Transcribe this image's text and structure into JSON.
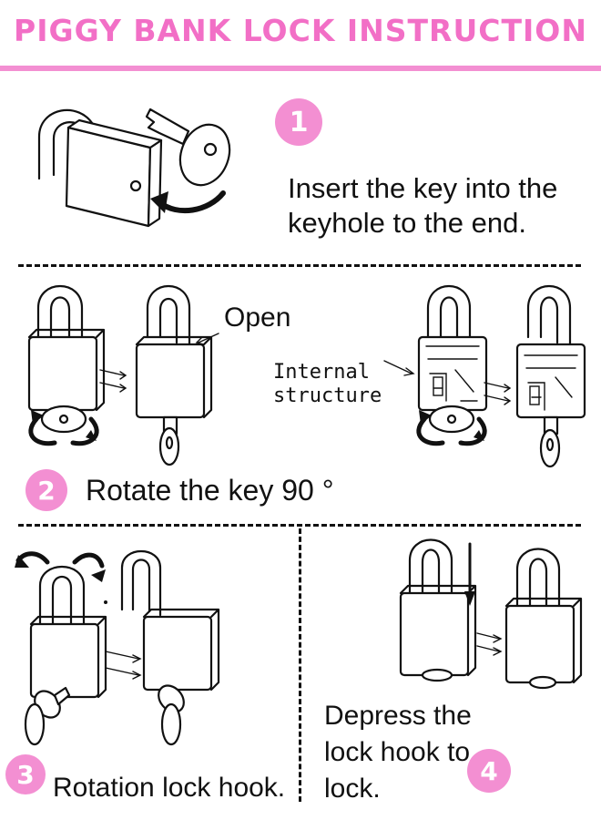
{
  "title": "PIGGY BANK LOCK INSTRUCTION",
  "steps": [
    {
      "number": "1",
      "text_lines": [
        "Insert the key into the",
        "keyhole to the end."
      ]
    },
    {
      "number": "2",
      "text": "Rotate the key 90 °",
      "label_open": "Open",
      "label_internal_lines": [
        "Internal",
        "structure"
      ]
    },
    {
      "number": "3",
      "text": "Rotation lock hook."
    },
    {
      "number": "4",
      "text_lines": [
        "Depress the",
        "lock hook to",
        "lock."
      ]
    }
  ],
  "colors": {
    "accent": "#f38fd2",
    "title": "#f26fc6",
    "ink": "#111111"
  },
  "icons": [
    "padlock-icon",
    "key-icon",
    "rotate-arrow-icon",
    "down-arrow-icon",
    "right-arrow-icon"
  ]
}
